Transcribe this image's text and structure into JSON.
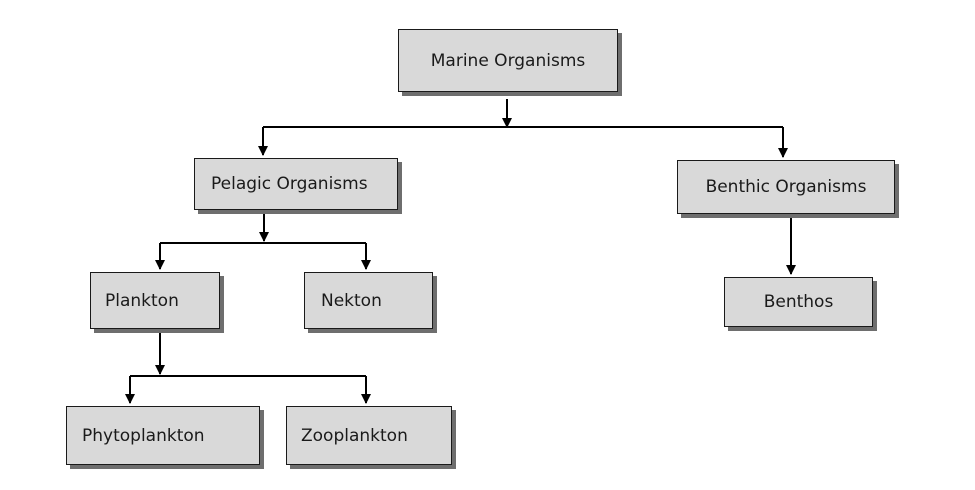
{
  "nodes": {
    "root": "Marine Organisms",
    "pelagic": "Pelagic Organisms",
    "benthic": "Benthic Organisms",
    "plankton": "Plankton",
    "nekton": "Nekton",
    "benthos": "Benthos",
    "phytoplankton": "Phytoplankton",
    "zooplankton": "Zooplankton"
  },
  "colors": {
    "box_fill": "#d9d9d9",
    "box_border": "#1a1a1a",
    "box_shadow": "#6e6e6e",
    "connector": "#000000"
  }
}
